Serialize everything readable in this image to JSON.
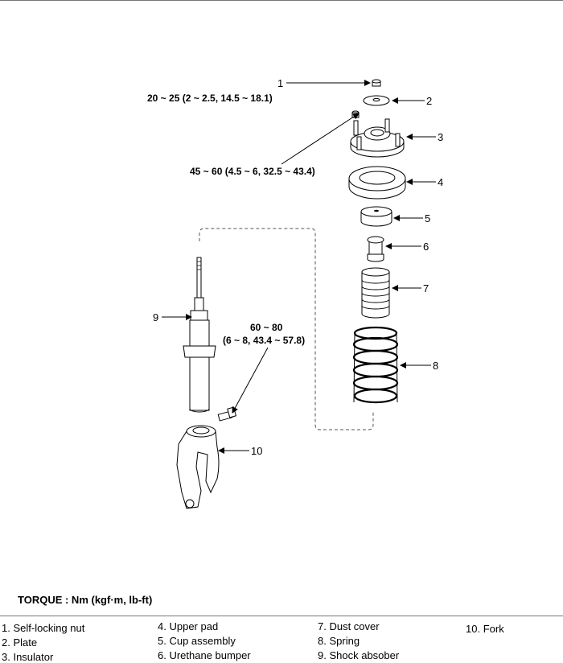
{
  "callouts": [
    {
      "id": "1",
      "label": "1"
    },
    {
      "id": "2",
      "label": "2"
    },
    {
      "id": "3",
      "label": "3"
    },
    {
      "id": "4",
      "label": "4"
    },
    {
      "id": "5",
      "label": "5"
    },
    {
      "id": "6",
      "label": "6"
    },
    {
      "id": "7",
      "label": "7"
    },
    {
      "id": "8",
      "label": "8"
    },
    {
      "id": "9",
      "label": "9"
    },
    {
      "id": "10",
      "label": "10"
    }
  ],
  "torque_specs": {
    "nut": "20 ~ 25 (2 ~ 2.5, 14.5 ~ 18.1)",
    "upper": "45 ~ 60 (4.5 ~ 6, 32.5 ~ 43.4)",
    "fork_line1": "60 ~ 80",
    "fork_line2": "(6 ~ 8, 43.4 ~ 57.8)"
  },
  "torque_title": "TORQUE : Nm (kgf·m, lb-ft)",
  "legend": [
    {
      "num": "1.",
      "text": "Self-locking nut"
    },
    {
      "num": "2.",
      "text": "Plate"
    },
    {
      "num": "3.",
      "text": "Insulator"
    },
    {
      "num": "4.",
      "text": "Upper pad"
    },
    {
      "num": "5.",
      "text": "Cup assembly"
    },
    {
      "num": "6.",
      "text": "Urethane bumper"
    },
    {
      "num": "7.",
      "text": "Dust cover"
    },
    {
      "num": "8.",
      "text": "Spring"
    },
    {
      "num": "9.",
      "text": "Shock absober"
    },
    {
      "num": "10.",
      "text": "Fork"
    }
  ]
}
